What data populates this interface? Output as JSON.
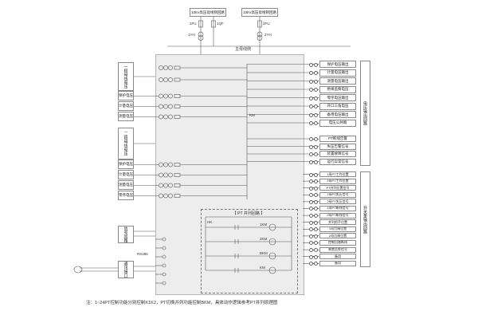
{
  "top": {
    "bus1_label": "10kV高压母线侧回路",
    "bus2_label": "10kV高压母线侧回路",
    "fuse1": "1FU",
    "fuse2": "1QF",
    "fuse3": "2FU",
    "pt1": "1YH",
    "pt2": "2YH",
    "main_bus": "主母线侧"
  },
  "left": {
    "group1_title": "一段母线电压",
    "group1_cells": [
      "保护电压",
      "计量电压",
      "测量电压"
    ],
    "group2_title": "二段母线电压",
    "group2_cells": [
      "保护电压",
      "计量电压",
      "测量电压",
      "零序电压"
    ],
    "signal_box": "信号回路",
    "comm_box": "通讯接口",
    "rs485": "RS485"
  },
  "panel": {
    "km_label": "KM"
  },
  "pt_parallel": {
    "title": "【 PT 并列回路 】",
    "handle": "HK",
    "coils": [
      "1KM",
      "2KM",
      "BKM",
      "KM"
    ]
  },
  "right": {
    "strip_top": "电压输出回路",
    "strip_bottom": "开关量输出回路",
    "voltage_rows": [
      "保护电压输出",
      "计量电压输出",
      "测量电压输出",
      "绝缘监察电压",
      "零序电压输出",
      "开口三角电压",
      "备用电压输出",
      "电压公共端"
    ],
    "alarm_rows": [
      "PT断线告警",
      "失压告警信号",
      "装置故障信号",
      "运行异常信号"
    ],
    "signal_rows": [
      "1母PT工作位置",
      "2母PT工作位置",
      "PT并列位置信号",
      "1母PT失压信号",
      "2母PT失压信号",
      "1母PT断线信号",
      "2母PT断线信号",
      "并列把手位置",
      "1母刀闸位置",
      "2母刀闸位置",
      "控制回路断线",
      "装置告警信号",
      "备用",
      "备用"
    ]
  },
  "note": "注：1~24PT控制功能分别控制K1K2，PT切换并列功能控制BKM，具体动作逻辑参考PT并列原理图"
}
